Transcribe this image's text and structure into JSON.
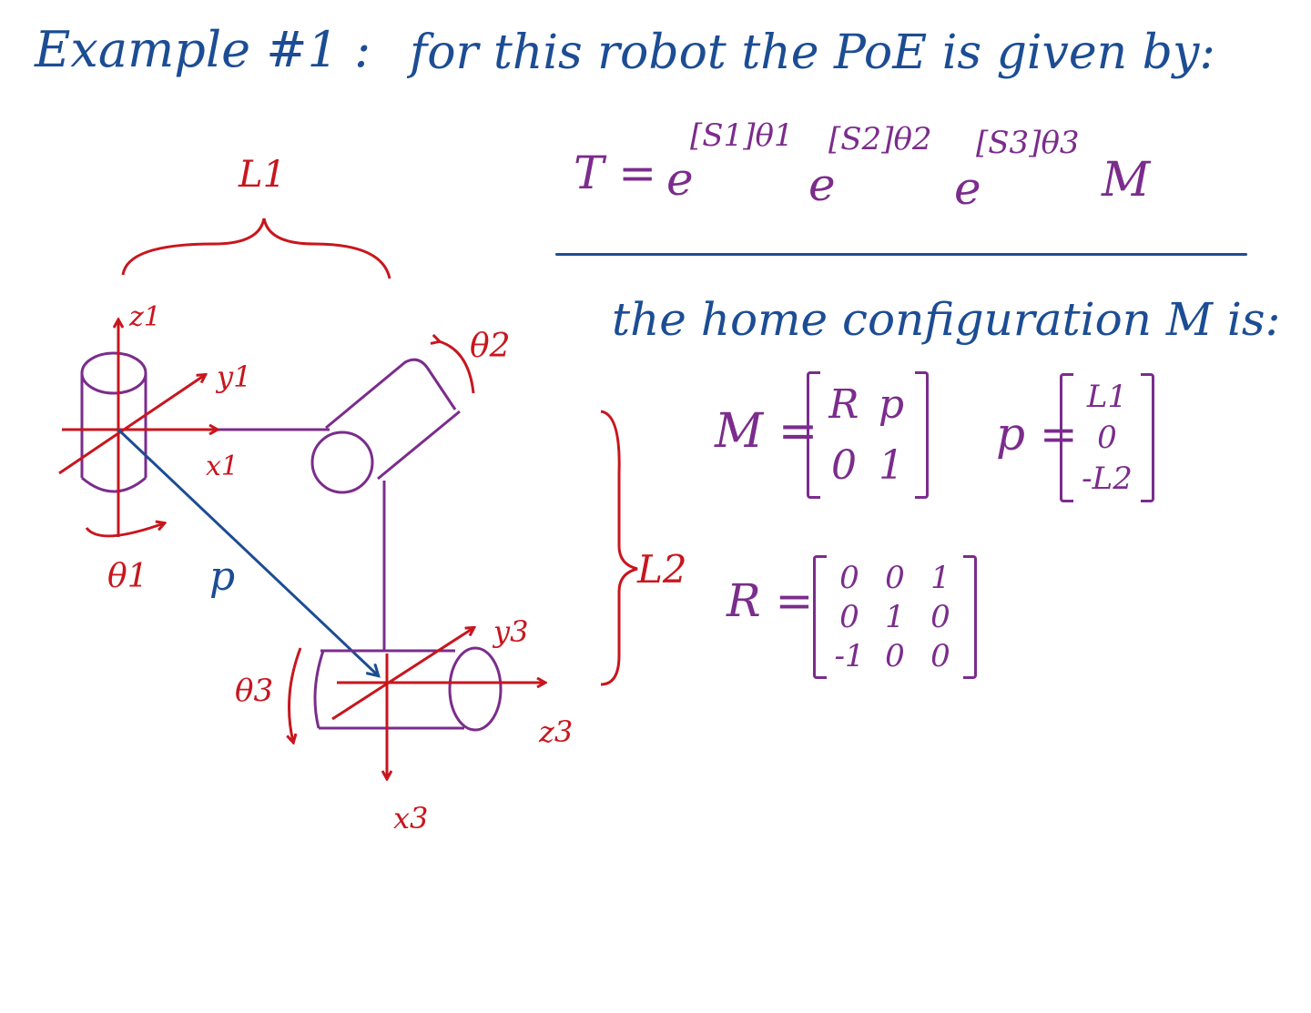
{
  "heading": {
    "example": "Example #1 :",
    "sentence": "for this robot the PoE is given by:"
  },
  "formula": {
    "lhs": "T =",
    "e1": "e",
    "exp1": "[S1]θ1",
    "e2": "e",
    "exp2": "[S2]θ2",
    "e3": "e",
    "exp3": "[S3]θ3",
    "tail": "M"
  },
  "home_text": "the home configuration M is:",
  "matrix_M": {
    "lhs": "M =",
    "cells": [
      "R",
      "p",
      "0",
      "1"
    ]
  },
  "vector_p": {
    "lhs": "p =",
    "cells": [
      "L1",
      "0",
      "-L2"
    ]
  },
  "matrix_R": {
    "lhs": "R =",
    "cells": [
      "0",
      "0",
      "1",
      "0",
      "1",
      "0",
      "-1",
      "0",
      "0"
    ]
  },
  "diagram": {
    "L1": "L1",
    "L2": "L2",
    "z1": "z1",
    "y1": "y1",
    "x1": "x1",
    "theta1": "θ1",
    "theta2": "θ2",
    "p": "p",
    "y3": "y3",
    "z3": "z3",
    "x3": "x3",
    "theta3": "θ3"
  },
  "colors": {
    "ink_blue": "#1c4d94",
    "ink_purple": "#7b2c8c",
    "ink_red": "#c8161e"
  }
}
